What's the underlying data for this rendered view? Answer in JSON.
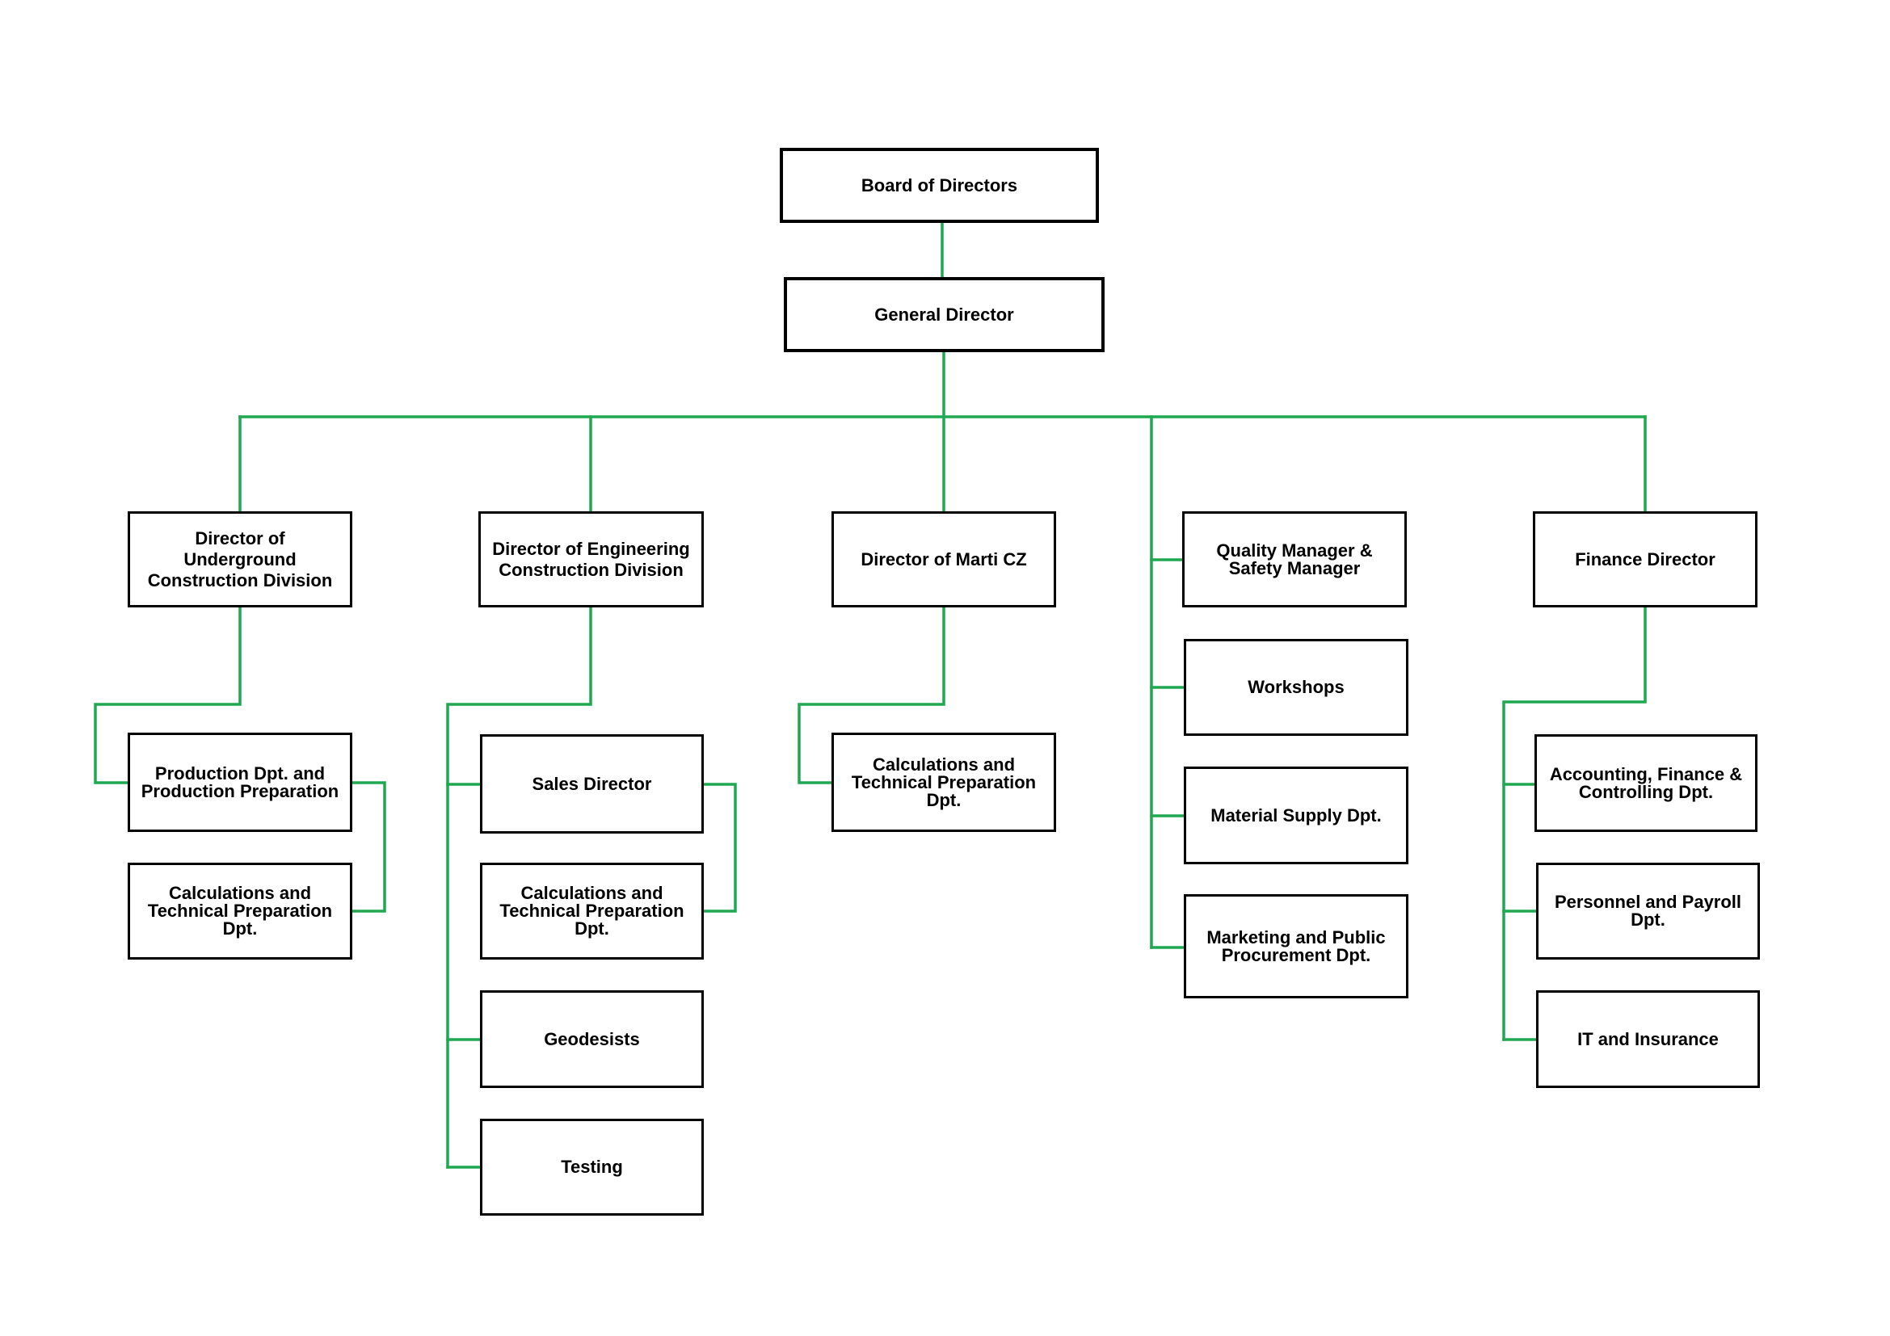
{
  "colors": {
    "connector": "#1fa850",
    "border": "#000000",
    "background": "#ffffff",
    "text": "#000000"
  },
  "org": {
    "board": "Board of Directors",
    "general": "General Director",
    "underground": {
      "director": "Director of\nUnderground\nConstruction Division",
      "production": "Production Dpt. and\nProduction Preparation",
      "calculations": "Calculations and\nTechnical Preparation\nDpt."
    },
    "engineering": {
      "director": "Director of Engineering\nConstruction Division",
      "sales": "Sales Director",
      "calculations": "Calculations and\nTechnical Preparation\nDpt.",
      "geodesists": "Geodesists",
      "testing": "Testing"
    },
    "marti": {
      "director": "Director of Marti CZ",
      "calculations": "Calculations and\nTechnical Preparation\nDpt."
    },
    "quality": {
      "manager": "Quality Manager &\nSafety Manager",
      "workshops": "Workshops",
      "material": "Material Supply Dpt.",
      "marketing": "Marketing and Public\nProcurement Dpt."
    },
    "finance": {
      "director": "Finance Director",
      "accounting": "Accounting, Finance &\nControlling Dpt.",
      "personnel": "Personnel and Payroll\nDpt.",
      "it": "IT and Insurance"
    }
  }
}
